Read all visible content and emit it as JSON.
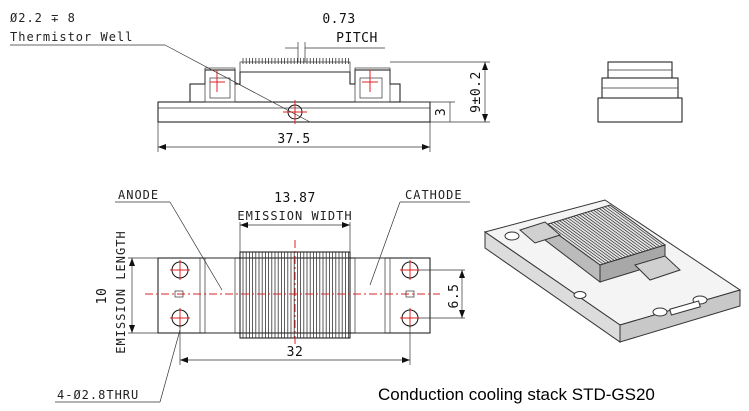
{
  "labels": {
    "hole_spec": "Ø2.2 ∓ 8",
    "thermistor": "Thermistor Well",
    "pitch_value": "0.73",
    "pitch_label": "PITCH",
    "height_total": "9±0.2",
    "base_height": "3",
    "length_top": "37.5",
    "anode": "ANODE",
    "cathode": "CATHODE",
    "emission_width_value": "13.87",
    "emission_width_label": "EMISSION WIDTH",
    "emission_length_value": "10",
    "emission_length_label": "EMISSION LENGTH",
    "hole_spacing": "6.5",
    "length_bottom": "32",
    "mount_holes": "4-Ø2.8THRU"
  },
  "caption": "Conduction cooling stack  STD-GS20",
  "colors": {
    "line": "#111111",
    "center": "#e02020"
  }
}
